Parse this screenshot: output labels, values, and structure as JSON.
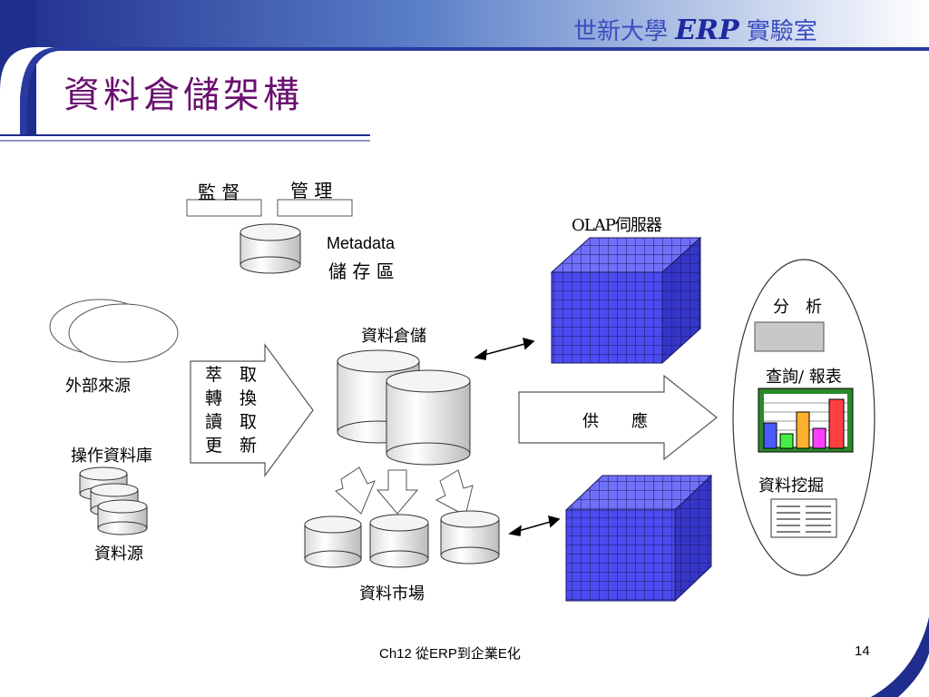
{
  "slide": {
    "brand_prefix": "世新大學",
    "brand_erp": "ERP",
    "brand_suffix": "實驗室",
    "title": "資料倉儲架構",
    "footer_text": "Ch12 從ERP到企業E化",
    "page_number": "14"
  },
  "diagram": {
    "monitor_label": "監 督",
    "manage_label": "管 理",
    "metadata_label": "Metadata",
    "metadata_sub": "儲 存 區",
    "external_label": "外部來源",
    "operational_db_label": "操作資料庫",
    "data_source_label": "資料源",
    "etl_lines": [
      "萃　取",
      "轉　換",
      "讀　取",
      "更　新"
    ],
    "warehouse_label": "資料倉儲",
    "datamart_label": "資料市場",
    "olap_label": "OLAP伺服器",
    "supply_label": "供　　應",
    "analysis_label": "分　析",
    "query_report_label": "查詢/ 報表",
    "data_mining_label": "資料挖掘"
  },
  "colors": {
    "title": "#6a0f6f",
    "brand": "#3b4cc0",
    "cube": "#4b4bf0",
    "header_band": "#1f3ca0"
  }
}
